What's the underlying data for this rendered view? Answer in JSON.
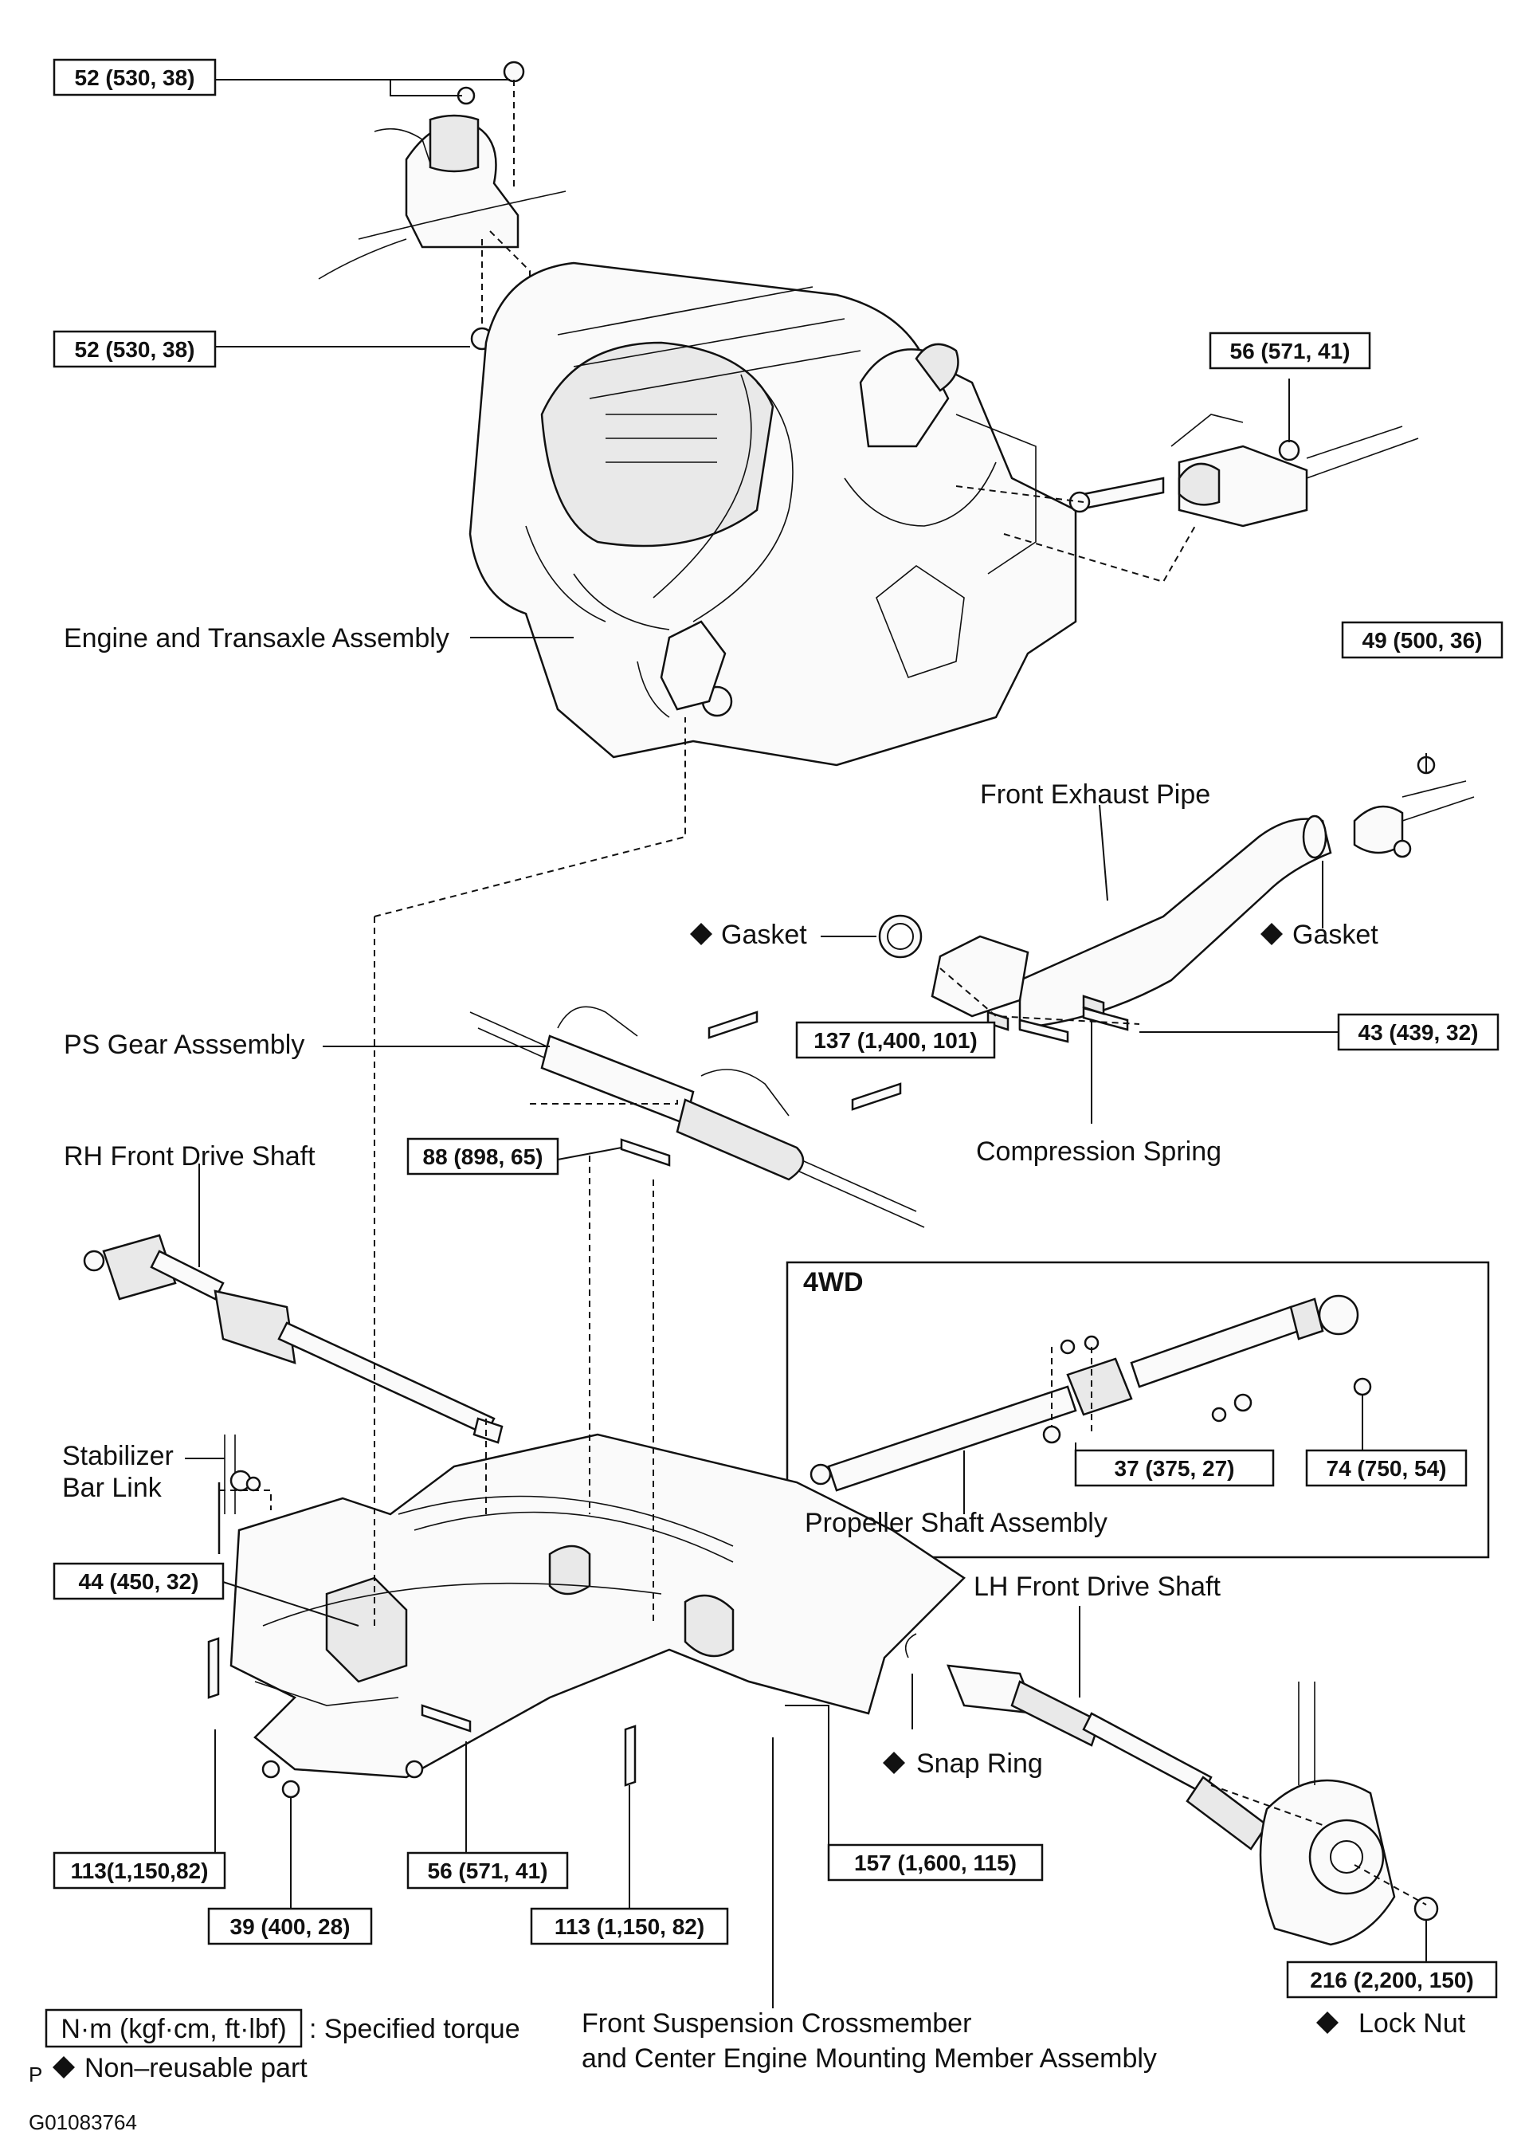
{
  "torques": {
    "t_top1": "52 (530, 38)",
    "t_top2": "52 (530, 38)",
    "t_rmount": "56 (571, 41)",
    "t_exh_r": "49 (500, 36)",
    "t_ps": "137 (1,400, 101)",
    "t_exh_bolt": "43 (439, 32)",
    "t_ps2": "88 (898, 65)",
    "t_link": "44 (450, 32)",
    "t_prop1": "37 (375, 27)",
    "t_prop2": "74 (750, 54)",
    "t_cm1": "113(1,150,82)",
    "t_cm2": "56 (571, 41)",
    "t_cm3": "157 (1,600, 115)",
    "t_cm4": "39 (400, 28)",
    "t_cm5": "113 (1,150, 82)",
    "t_lock": "216 (2,200, 150)"
  },
  "labels": {
    "engine": "Engine and Transaxle Assembly",
    "exhaust": "Front Exhaust Pipe",
    "gasket_l": "Gasket",
    "gasket_r": "Gasket",
    "ps_gear": "PS Gear Asssembly",
    "comp_spring": "Compression Spring",
    "rh_shaft": "RH Front Drive Shaft",
    "wd_title": "4WD",
    "prop_shaft": "Propeller Shaft Assembly",
    "stab_1": "Stabilizer",
    "stab_2": "Bar Link",
    "lh_shaft": "LH Front Drive Shaft",
    "snap_ring": "Snap Ring",
    "lock_nut": "Lock Nut",
    "crossmember_1": "Front Suspension Crossmember",
    "crossmember_2": "and Center Engine Mounting Member Assembly"
  },
  "legend": {
    "unit_box": "N·m (kgf·cm, ft·lbf)",
    "unit_text": ": Specified torque",
    "marker": "P",
    "nonreusable": "Non–reusable part"
  },
  "figure_id": "G01083764",
  "symbols": {
    "nonreusable_icon": "black-diamond-icon"
  }
}
